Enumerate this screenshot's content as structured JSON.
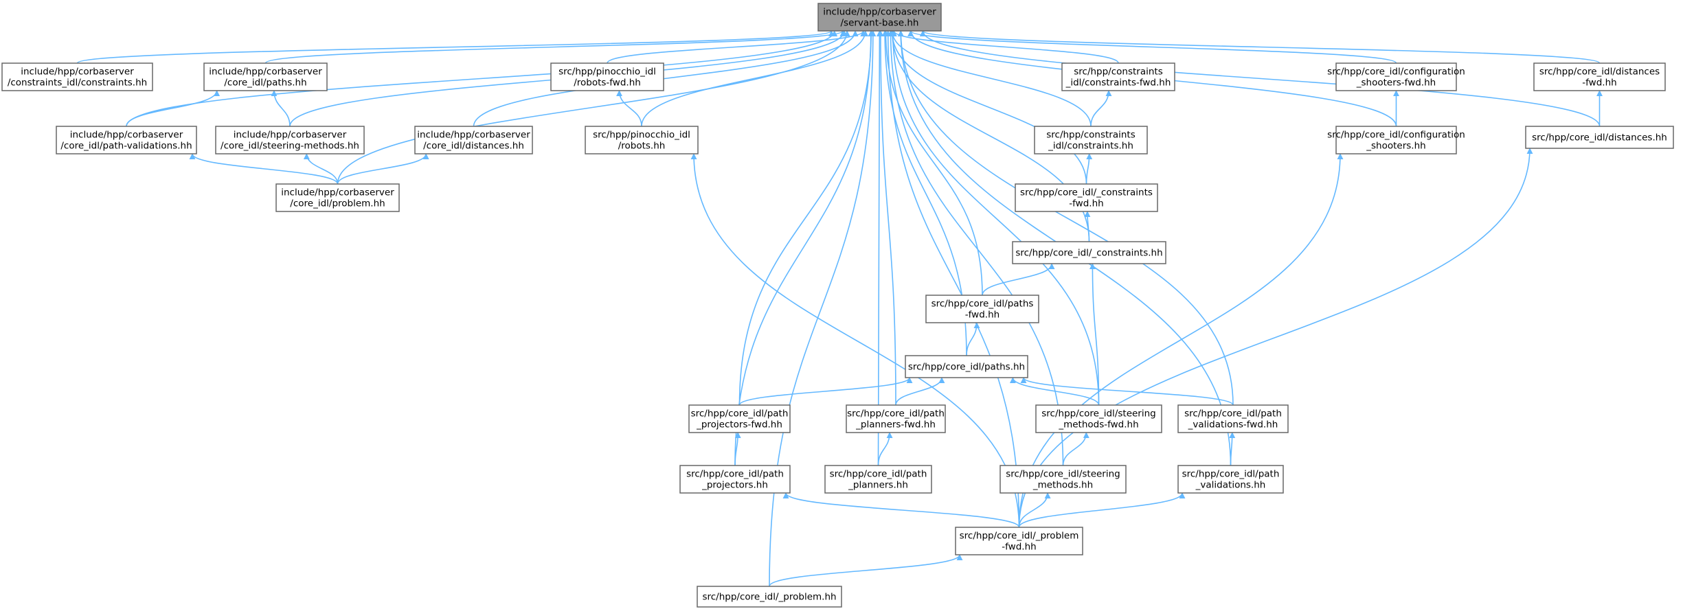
{
  "graph": {
    "nodes": [
      {
        "id": "root",
        "lines": [
          "include/hpp/corbaserver",
          "/servant-base.hh"
        ],
        "root": true
      },
      {
        "id": "constraints_idl",
        "lines": [
          "include/hpp/corbaserver",
          "/constraints_idl/constraints.hh"
        ]
      },
      {
        "id": "paths_inc",
        "lines": [
          "include/hpp/corbaserver",
          "/core_idl/paths.hh"
        ]
      },
      {
        "id": "pathval_inc",
        "lines": [
          "include/hpp/corbaserver",
          "/core_idl/path-validations.hh"
        ]
      },
      {
        "id": "steering_inc",
        "lines": [
          "include/hpp/corbaserver",
          "/core_idl/steering-methods.hh"
        ]
      },
      {
        "id": "distances_inc",
        "lines": [
          "include/hpp/corbaserver",
          "/core_idl/distances.hh"
        ]
      },
      {
        "id": "problem_inc",
        "lines": [
          "include/hpp/corbaserver",
          "/core_idl/problem.hh"
        ]
      },
      {
        "id": "robots_fwd",
        "lines": [
          "src/hpp/pinocchio_idl",
          "/robots-fwd.hh"
        ]
      },
      {
        "id": "robots",
        "lines": [
          "src/hpp/pinocchio_idl",
          "/robots.hh"
        ]
      },
      {
        "id": "constraints_fwd_src",
        "lines": [
          "src/hpp/constraints",
          "_idl/constraints-fwd.hh"
        ]
      },
      {
        "id": "constraints_src",
        "lines": [
          "src/hpp/constraints",
          "_idl/constraints.hh"
        ]
      },
      {
        "id": "_constraints_fwd",
        "lines": [
          "src/hpp/core_idl/_constraints",
          "-fwd.hh"
        ]
      },
      {
        "id": "_constraints",
        "lines": [
          "src/hpp/core_idl/_constraints.hh"
        ]
      },
      {
        "id": "paths_fwd",
        "lines": [
          "src/hpp/core_idl/paths",
          "-fwd.hh"
        ]
      },
      {
        "id": "paths",
        "lines": [
          "src/hpp/core_idl/paths.hh"
        ]
      },
      {
        "id": "projectors_fwd",
        "lines": [
          "src/hpp/core_idl/path",
          "_projectors-fwd.hh"
        ]
      },
      {
        "id": "planners_fwd",
        "lines": [
          "src/hpp/core_idl/path",
          "_planners-fwd.hh"
        ]
      },
      {
        "id": "steering_fwd",
        "lines": [
          "src/hpp/core_idl/steering",
          "_methods-fwd.hh"
        ]
      },
      {
        "id": "validations_fwd",
        "lines": [
          "src/hpp/core_idl/path",
          "_validations-fwd.hh"
        ]
      },
      {
        "id": "projectors",
        "lines": [
          "src/hpp/core_idl/path",
          "_projectors.hh"
        ]
      },
      {
        "id": "planners",
        "lines": [
          "src/hpp/core_idl/path",
          "_planners.hh"
        ]
      },
      {
        "id": "steering",
        "lines": [
          "src/hpp/core_idl/steering",
          "_methods.hh"
        ]
      },
      {
        "id": "validations",
        "lines": [
          "src/hpp/core_idl/path",
          "_validations.hh"
        ]
      },
      {
        "id": "_problem_fwd",
        "lines": [
          "src/hpp/core_idl/_problem",
          "-fwd.hh"
        ]
      },
      {
        "id": "_problem",
        "lines": [
          "src/hpp/core_idl/_problem.hh"
        ]
      },
      {
        "id": "config_fwd",
        "lines": [
          "src/hpp/core_idl/configuration",
          "_shooters-fwd.hh"
        ]
      },
      {
        "id": "config",
        "lines": [
          "src/hpp/core_idl/configuration",
          "_shooters.hh"
        ]
      },
      {
        "id": "distances_fwd",
        "lines": [
          "src/hpp/core_idl/distances",
          "-fwd.hh"
        ]
      },
      {
        "id": "distances",
        "lines": [
          "src/hpp/core_idl/distances.hh"
        ]
      }
    ],
    "edges": [
      [
        "constraints_idl",
        "root"
      ],
      [
        "paths_inc",
        "root"
      ],
      [
        "pathval_inc",
        "root"
      ],
      [
        "steering_inc",
        "root"
      ],
      [
        "distances_inc",
        "root"
      ],
      [
        "problem_inc",
        "root"
      ],
      [
        "robots_fwd",
        "root"
      ],
      [
        "robots",
        "root"
      ],
      [
        "_problem",
        "root"
      ],
      [
        "projectors",
        "root"
      ],
      [
        "projectors_fwd",
        "root"
      ],
      [
        "planners",
        "root"
      ],
      [
        "planners_fwd",
        "root"
      ],
      [
        "_problem_fwd",
        "root"
      ],
      [
        "paths",
        "root"
      ],
      [
        "paths_fwd",
        "root"
      ],
      [
        "steering",
        "root"
      ],
      [
        "_constraints_fwd",
        "root"
      ],
      [
        "constraints_fwd_src",
        "root"
      ],
      [
        "constraints_src",
        "root"
      ],
      [
        "_constraints",
        "root"
      ],
      [
        "steering_fwd",
        "root"
      ],
      [
        "validations_fwd",
        "root"
      ],
      [
        "validations",
        "root"
      ],
      [
        "config_fwd",
        "root"
      ],
      [
        "config",
        "root"
      ],
      [
        "distances_fwd",
        "root"
      ],
      [
        "distances",
        "root"
      ],
      [
        "pathval_inc",
        "paths_inc"
      ],
      [
        "steering_inc",
        "paths_inc"
      ],
      [
        "problem_inc",
        "pathval_inc"
      ],
      [
        "problem_inc",
        "steering_inc"
      ],
      [
        "problem_inc",
        "distances_inc"
      ],
      [
        "robots",
        "robots_fwd"
      ],
      [
        "_problem_fwd",
        "robots"
      ],
      [
        "constraints_src",
        "constraints_fwd_src"
      ],
      [
        "_constraints_fwd",
        "constraints_src"
      ],
      [
        "_constraints",
        "_constraints_fwd"
      ],
      [
        "paths_fwd",
        "_constraints"
      ],
      [
        "steering_fwd",
        "_constraints"
      ],
      [
        "paths",
        "paths_fwd"
      ],
      [
        "projectors_fwd",
        "paths"
      ],
      [
        "planners_fwd",
        "paths"
      ],
      [
        "steering_fwd",
        "paths"
      ],
      [
        "validations_fwd",
        "paths"
      ],
      [
        "projectors",
        "projectors_fwd"
      ],
      [
        "planners",
        "planners_fwd"
      ],
      [
        "steering",
        "steering_fwd"
      ],
      [
        "validations",
        "validations_fwd"
      ],
      [
        "_problem_fwd",
        "projectors"
      ],
      [
        "_problem_fwd",
        "steering"
      ],
      [
        "_problem_fwd",
        "validations"
      ],
      [
        "_problem",
        "_problem_fwd"
      ],
      [
        "config",
        "config_fwd"
      ],
      [
        "_problem_fwd",
        "config"
      ],
      [
        "distances",
        "distances_fwd"
      ],
      [
        "_problem_fwd",
        "distances"
      ]
    ]
  }
}
